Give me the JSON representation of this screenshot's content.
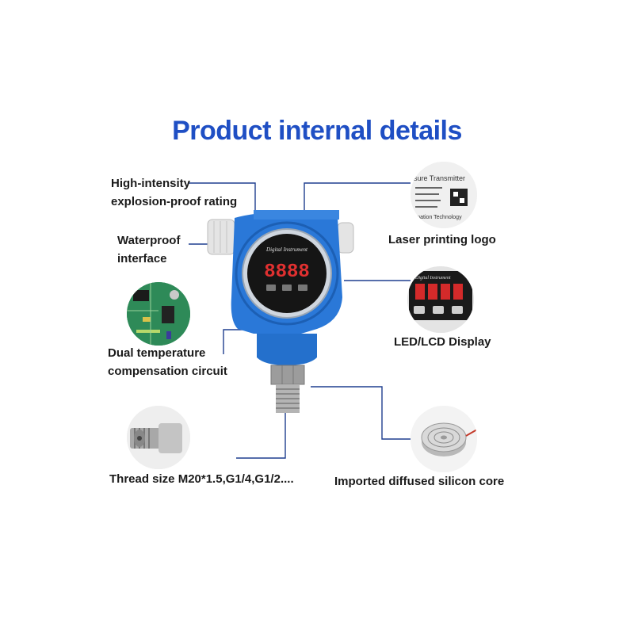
{
  "title": "Product internal details",
  "labels": {
    "explosion_line1": "High-intensity",
    "explosion_line2": "explosion-proof rating",
    "waterproof_line1": "Waterproof",
    "waterproof_line2": "interface",
    "dual_line1": "Dual temperature",
    "dual_line2": "compensation circuit",
    "thread": "Thread size M20*1.5,G1/4,G1/2....",
    "laser": "Laser printing logo",
    "display": "LED/LCD Display",
    "core": "Imported diffused silicon core"
  },
  "device": {
    "brand": "Digital Instrument",
    "reading": "8888",
    "nameplate_title": "sure Transmitter",
    "nameplate_footer": "rmation Technology"
  },
  "colors": {
    "title": "#1f4fc4",
    "housing": "#2a78d8",
    "leader_line": "#1f3f8f"
  }
}
